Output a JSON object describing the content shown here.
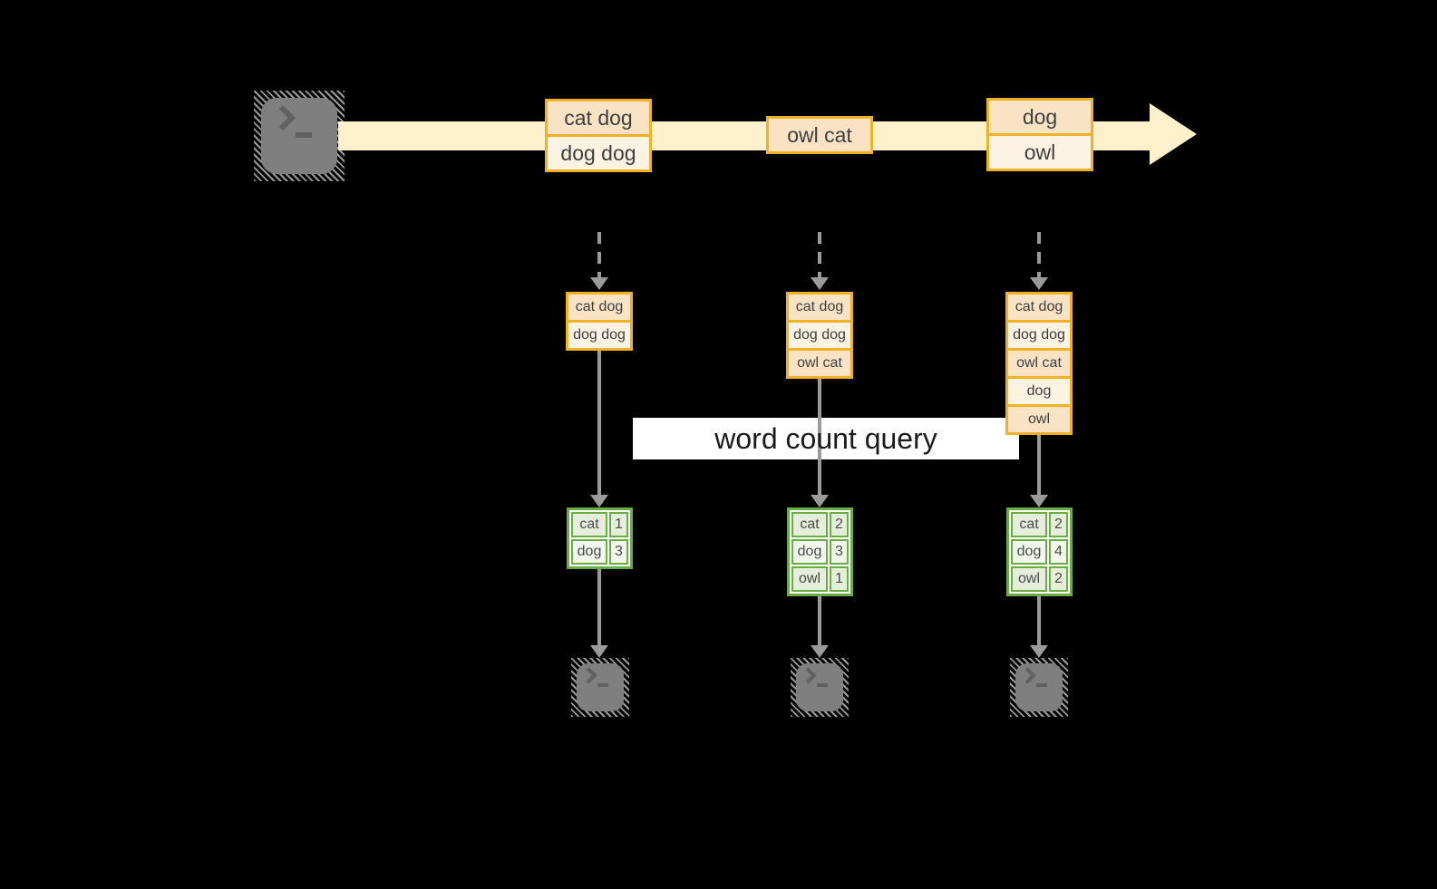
{
  "colors": {
    "background": "#000000",
    "stream_band": "#fcf1ca",
    "orange_border": "#f0b028",
    "cell_peach": "#fae3c5",
    "cell_cream": "#fdf3e3",
    "green_border": "#6bad45",
    "green_row_dark": "#e4eedb",
    "green_row_light": "#f2f7ed",
    "arrow_gray": "#9b9b9b",
    "terminal_gray": "#7f7f7f",
    "query_box": "#ffffff"
  },
  "icons": {
    "source": "terminal-icon",
    "sink": "terminal-icon"
  },
  "stream": {
    "batches": [
      {
        "rows": [
          "cat dog",
          "dog dog"
        ]
      },
      {
        "rows": [
          "owl cat"
        ]
      },
      {
        "rows": [
          "dog",
          "owl"
        ]
      }
    ]
  },
  "query": {
    "label": "word count query"
  },
  "snapshots": [
    {
      "rows": [
        "cat dog",
        "dog dog"
      ]
    },
    {
      "rows": [
        "cat dog",
        "dog dog",
        "owl cat"
      ]
    },
    {
      "rows": [
        "cat dog",
        "dog dog",
        "owl cat",
        "dog",
        "owl"
      ]
    }
  ],
  "results": [
    {
      "rows": [
        [
          "cat",
          "1"
        ],
        [
          "dog",
          "3"
        ]
      ]
    },
    {
      "rows": [
        [
          "cat",
          "2"
        ],
        [
          "dog",
          "3"
        ],
        [
          "owl",
          "1"
        ]
      ]
    },
    {
      "rows": [
        [
          "cat",
          "2"
        ],
        [
          "dog",
          "4"
        ],
        [
          "owl",
          "2"
        ]
      ]
    }
  ]
}
